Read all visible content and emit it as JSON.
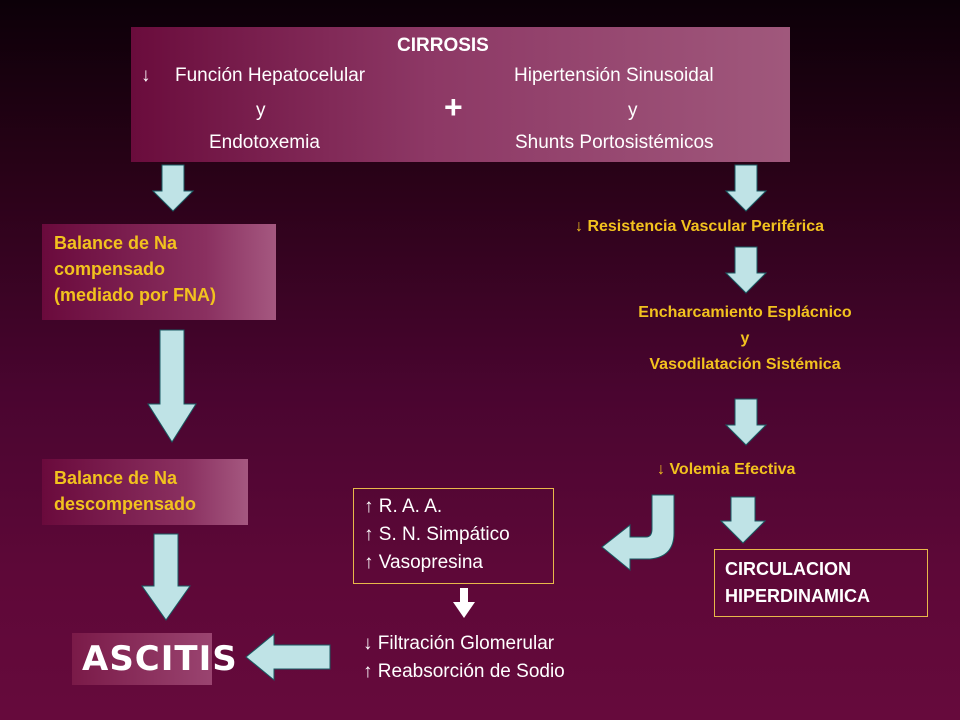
{
  "top": {
    "title": "CIRROSIS",
    "left_arrow": "↓",
    "left_line1": "Función Hepatocelular",
    "left_line2": "y",
    "left_line3": "Endotoxemia",
    "plus": "+",
    "right_line1": "Hipertensión Sinusoidal",
    "right_line2": "y",
    "right_line3": "Shunts  Portosistémicos"
  },
  "left": {
    "box1": [
      "Balance de Na",
      "compensado",
      "(mediado por FNA)"
    ],
    "box2": [
      "Balance de Na",
      "descompensado"
    ],
    "ascitis": "ASCITIS"
  },
  "right": {
    "resistencia": "↓ Resistencia  Vascular Periférica",
    "encharcamiento": [
      "Encharcamiento Esplácnico",
      "y",
      "Vasodilatación Sistémica"
    ],
    "volemia": "↓ Volemia  Efectiva",
    "circulacion": [
      "CIRCULACION",
      "HIPERDINAMICA"
    ]
  },
  "middle": {
    "raa": [
      "↑ R. A. A.",
      "↑ S. N. Simpático",
      "↑ Vasopresina"
    ],
    "filtracion": [
      "↓ Filtración  Glomerular",
      "↑ Reabsorción de Sodio"
    ]
  },
  "colors": {
    "arrow_fill": "#bfe3e6",
    "gold_text": "#f2c21e",
    "background": "#4a0530"
  }
}
